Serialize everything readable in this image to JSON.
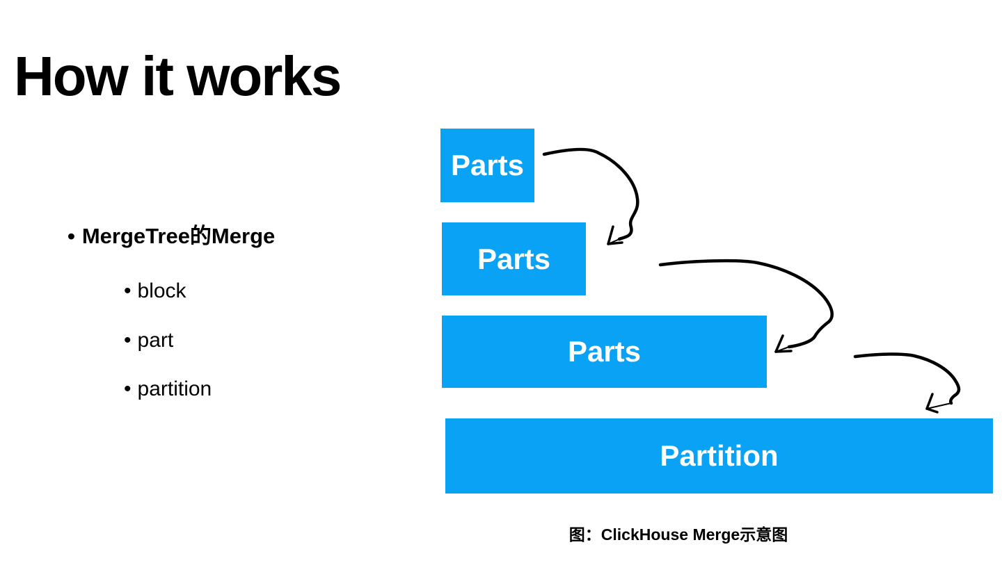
{
  "theme": {
    "background": "#ffffff",
    "accent-blue": "#0aa2f4",
    "box-text": "#ffffff",
    "text": "#000000"
  },
  "slide": {
    "title": "How it works",
    "bullets": {
      "marker": "•",
      "main": "MergeTree的Merge",
      "sub": [
        "block",
        "part",
        "partition"
      ]
    },
    "diagram": {
      "boxes": [
        {
          "label": "Parts"
        },
        {
          "label": "Parts"
        },
        {
          "label": "Parts"
        },
        {
          "label": "Partition"
        }
      ],
      "caption": "图：ClickHouse Merge示意图"
    }
  }
}
